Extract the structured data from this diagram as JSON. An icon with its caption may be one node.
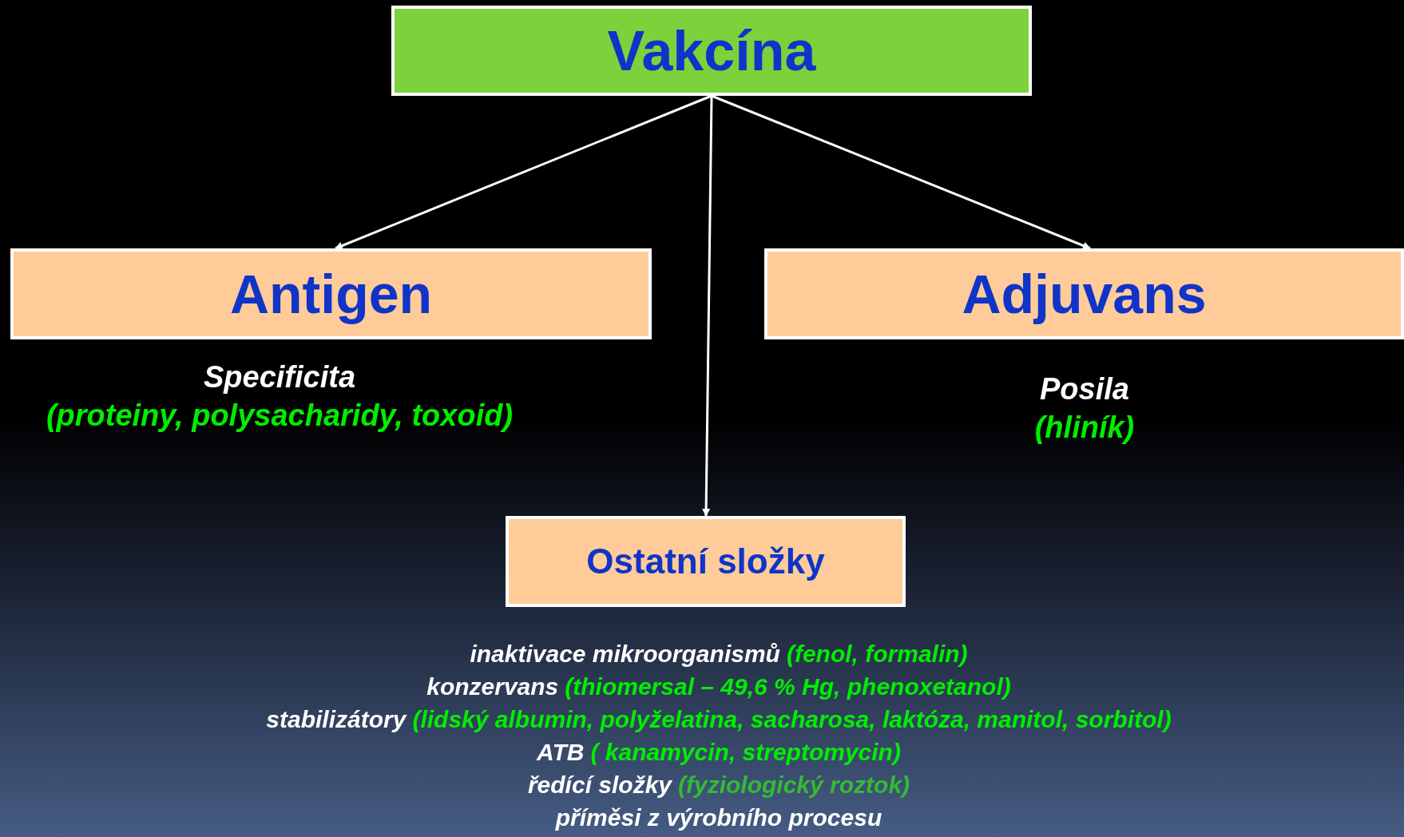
{
  "diagram": {
    "nodes": [
      {
        "text": [
          "Vakcína"
        ]
      },
      {
        "text": [
          "Antigen"
        ],
        "beside": [
          "Specificita",
          "(proteiny, polysacharidy, toxoid)"
        ]
      },
      {
        "text": [
          "Adjuvans"
        ],
        "beside": [
          "Posila",
          "(hliník)"
        ]
      },
      {
        "text": [
          "Ostatní složky"
        ]
      }
    ],
    "edges": [
      {
        "from": 0,
        "to": 1,
        "arrow": "to"
      },
      {
        "from": 0,
        "to": 3,
        "arrow": "to"
      },
      {
        "from": 0,
        "to": 2,
        "arrow": "to"
      }
    ],
    "labels": [
      "inaktivace mikroorganismů",
      "(fenol, formalin)",
      "konzervans",
      "(thiomersal – 49,6 % Hg, phenoxetanol)",
      "stabilizátory",
      "(lidský albumin, polyželatina, sacharosa, laktóza, manitol, sorbitol)",
      "ATB",
      "( kanamycin, streptomycin)",
      "ředící složky",
      "(fyziologický roztok)",
      "příměsi z výrobního procesu"
    ]
  }
}
